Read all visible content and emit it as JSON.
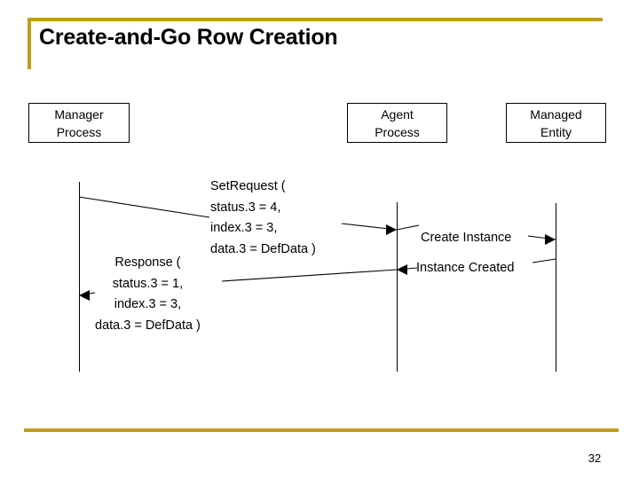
{
  "slide": {
    "title": "Create-and-Go Row Creation",
    "page_number": "32",
    "accent_color": "#BF9D1A",
    "line_color": "#000000",
    "background": "#ffffff"
  },
  "participants": [
    {
      "id": "manager",
      "line1": "Manager",
      "line2": "Process"
    },
    {
      "id": "agent",
      "line1": "Agent",
      "line2": "Process"
    },
    {
      "id": "entity",
      "line1": "Managed",
      "line2": "Entity"
    }
  ],
  "messages": {
    "set_request": {
      "from": "manager",
      "to": "agent",
      "lines": [
        "SetRequest (",
        "status.3 = 4,",
        "index.3 = 3,",
        "data.3 = DefData )"
      ]
    },
    "response": {
      "from": "agent",
      "to": "manager",
      "lines": [
        "Response (",
        "status.3 = 1,",
        "index.3 = 3,",
        "data.3 = DefData )"
      ]
    },
    "create_instance": {
      "from": "agent",
      "to": "entity",
      "label": "Create Instance"
    },
    "instance_created": {
      "from": "entity",
      "to": "agent",
      "label": "Instance Created"
    }
  }
}
